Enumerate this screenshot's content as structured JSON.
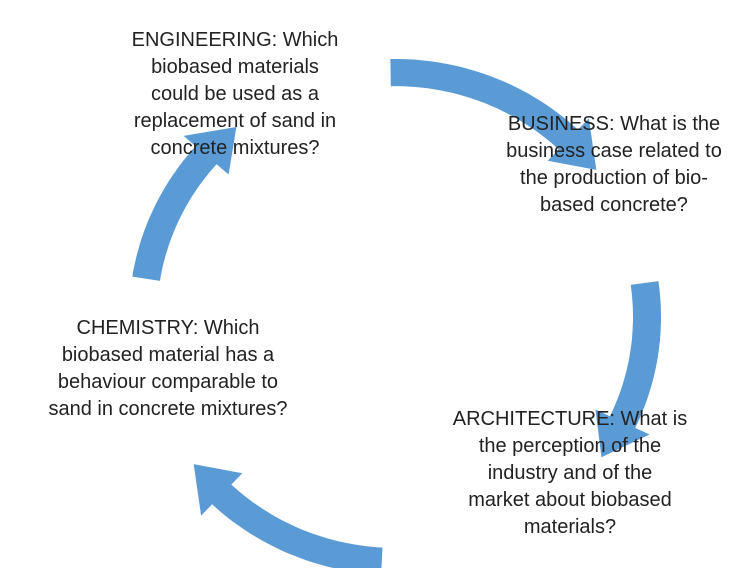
{
  "diagram": {
    "type": "cycle",
    "arrow_color": "#5B9BD5",
    "nodes": [
      {
        "id": "engineering",
        "text": "ENGINEERING: Which\nbiobased materials\ncould be used as a\nreplacement of sand in\nconcrete mixtures?"
      },
      {
        "id": "business",
        "text": "BUSINESS: What is the\nbusiness case related to\nthe production of bio-\nbased concrete?"
      },
      {
        "id": "architecture",
        "text": "ARCHITECTURE: What is\nthe perception of the\nindustry and of the\nmarket about biobased\nmaterials?"
      },
      {
        "id": "chemistry",
        "text": "CHEMISTRY: Which\nbiobased material has a\nbehaviour comparable to\nsand in concrete mixtures?"
      }
    ],
    "edges": [
      {
        "from": "engineering",
        "to": "business"
      },
      {
        "from": "business",
        "to": "architecture"
      },
      {
        "from": "architecture",
        "to": "chemistry"
      },
      {
        "from": "chemistry",
        "to": "engineering"
      }
    ]
  }
}
